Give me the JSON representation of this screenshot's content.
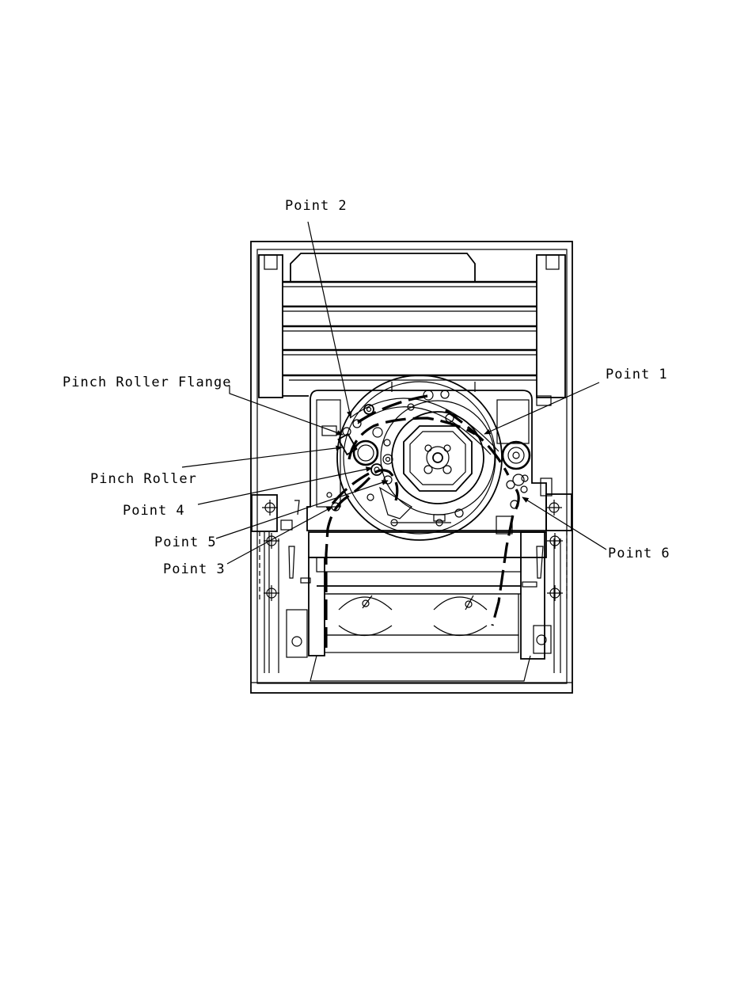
{
  "labels": {
    "point_1": "Point 1",
    "point_2": "Point 2",
    "point_3": "Point 3",
    "point_4": "Point 4",
    "point_5": "Point 5",
    "point_6": "Point 6",
    "pinch_roller_flange": "Pinch Roller Flange",
    "pinch_roller": "Pinch Roller"
  }
}
